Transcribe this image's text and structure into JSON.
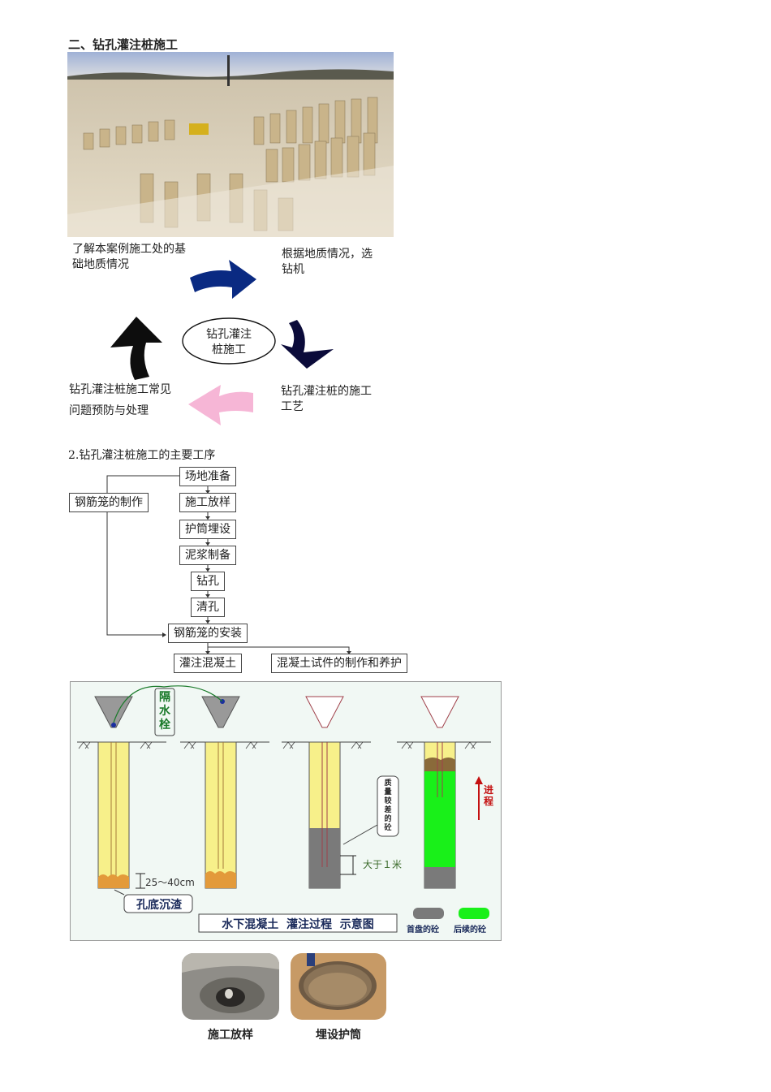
{
  "section_title": "二、钻孔灌注桩施工",
  "cycle": {
    "top_left": "了解本案例施工处的基础地质情况",
    "top_left_l1": "了解本案例施工处的基",
    "top_left_l2": "础地质情况",
    "top_right_l1": "根据地质情况，选",
    "top_right_l2": "钻机",
    "center_l1": "钻孔灌注",
    "center_l2": "桩施工",
    "bottom_right_l1": "钻孔灌注桩的施工",
    "bottom_right_l2": "工艺",
    "bottom_left_l1": "钻孔灌注桩施工常见",
    "bottom_left_l2": "问题预防与处理",
    "colors": {
      "arrow1": "#0a2a82",
      "arrow2": "#0b0b3a",
      "arrow3": "#f6b6d6",
      "arrow4": "#0d0d0d"
    }
  },
  "process_title": "2.钻孔灌注桩施工的主要工序",
  "flow": {
    "s1": "场地准备",
    "s2": "施工放样",
    "s3": "护筒埋设",
    "s4": "泥浆制备",
    "s5": "钻孔",
    "s6": "清孔",
    "s7": "钢筋笼的安装",
    "s8": "灌注混凝土",
    "side": "钢筋笼的制作",
    "test": "混凝土试件的制作和养护"
  },
  "diagram": {
    "plug": "隔水栓",
    "plug_1": "隔",
    "plug_2": "水",
    "plug_3": "栓",
    "dim": "25～40cm",
    "sediment": "孔底沉渣",
    "poor_quality_1": "质",
    "poor_quality_2": "量",
    "poor_quality_3": "较",
    "poor_quality_4": "差",
    "poor_quality_5": "的",
    "poor_quality_6": "砼",
    "more_than": "大于１米",
    "progress_1": "进",
    "progress_2": "程",
    "title": "水下混凝土  灌注过程  示意图",
    "legend_first": "首盘的砼",
    "legend_later": "后续的砼",
    "colors": {
      "yellow": "#f7f08a",
      "green": "#19f019",
      "grey": "#7a7a7a",
      "frame": "#f1f8f4"
    }
  },
  "captions": {
    "left": "施工放样",
    "right": "埋设护筒"
  }
}
